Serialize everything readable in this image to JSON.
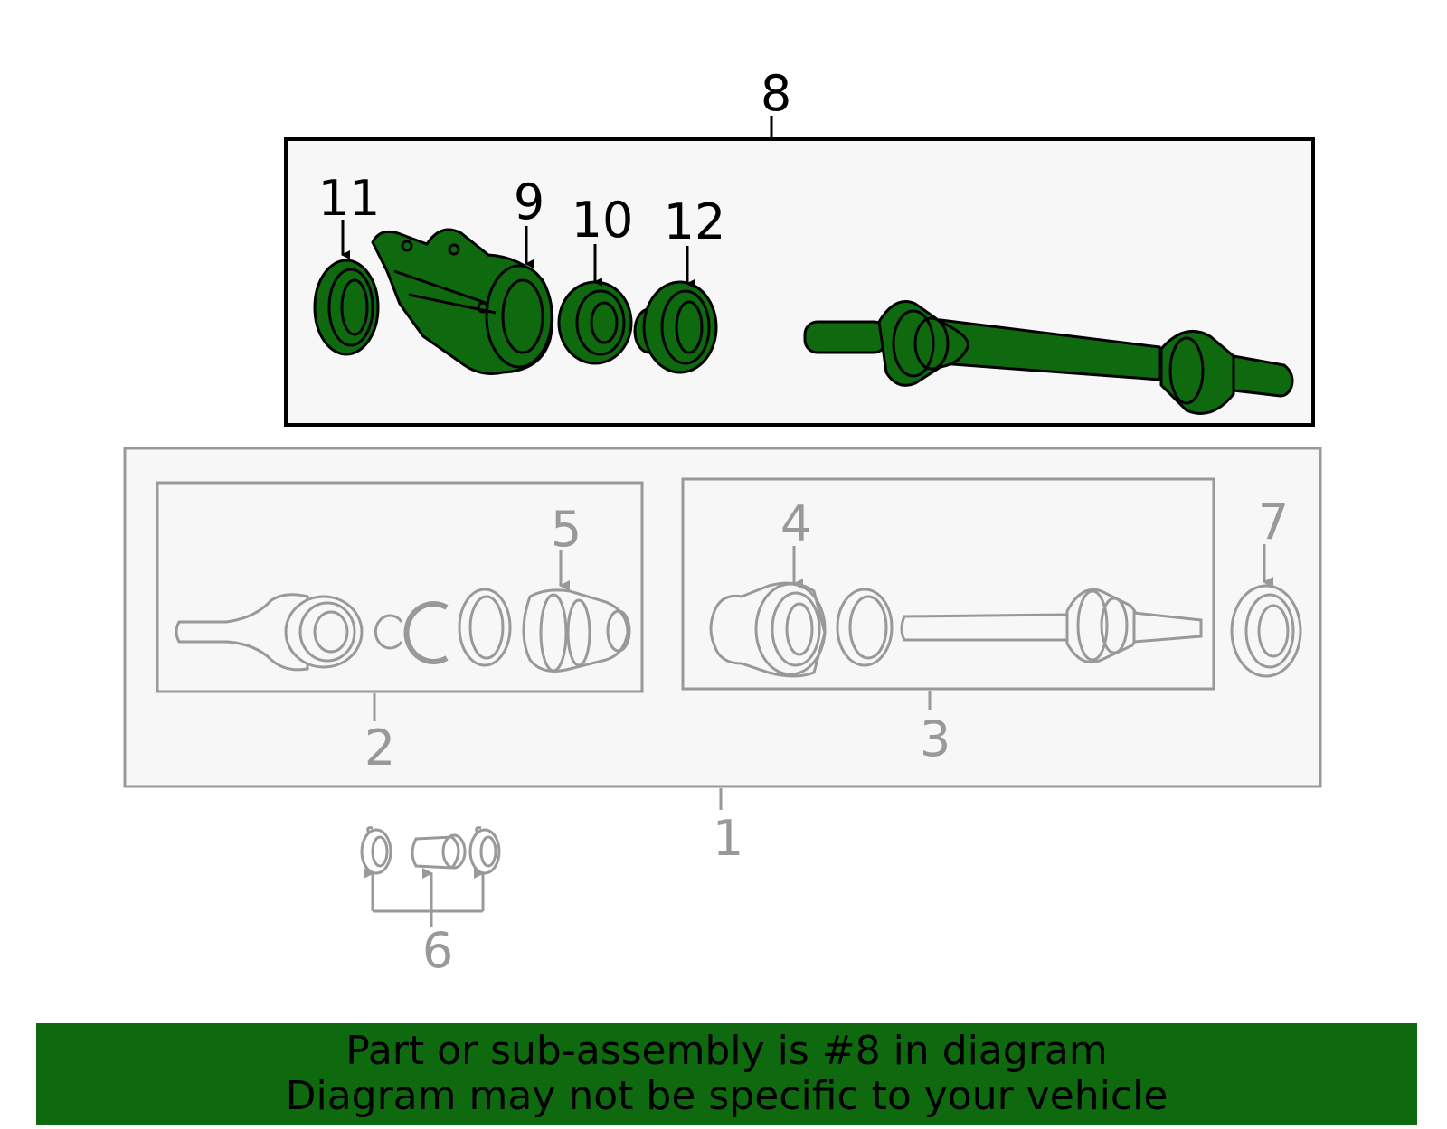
{
  "colors": {
    "highlight": "#0f6a0f",
    "outline_dark": "#000000",
    "outline_grey": "#999999",
    "panel_fill": "#f7f7f7",
    "banner_bg": "#0f6a0f"
  },
  "diagram": {
    "callouts": {
      "c1": "1",
      "c2": "2",
      "c3": "3",
      "c4": "4",
      "c5": "5",
      "c6": "6",
      "c7": "7",
      "c8": "8",
      "c9": "9",
      "c10": "10",
      "c11": "11",
      "c12": "12"
    },
    "highlighted_part": "8"
  },
  "banner": {
    "line1": "Part or sub-assembly is #8 in diagram",
    "line2": "Diagram may not be specific to your vehicle"
  }
}
